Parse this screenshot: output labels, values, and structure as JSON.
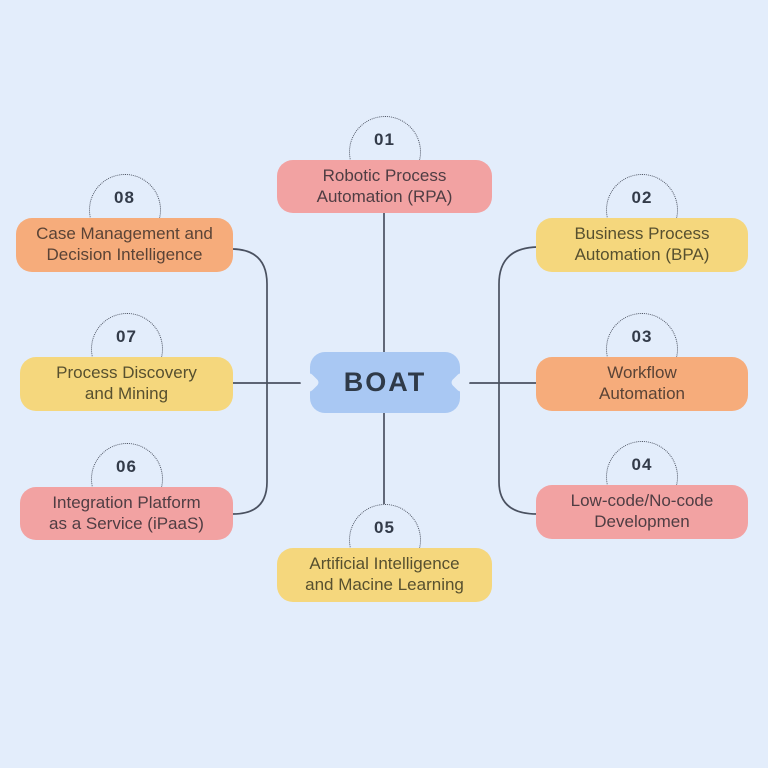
{
  "diagram": {
    "background": "#e3edfb",
    "connector_color": "#4a5160",
    "number_color": "#333b49",
    "center": {
      "label": "BOAT",
      "fill": "#a9c8f3",
      "text_color": "#2f3a48"
    },
    "nodes": [
      {
        "number": "01",
        "line1": "Robotic Process",
        "line2": "Automation (RPA)",
        "fill": "#f2a2a2",
        "text_color": "#4f3d43",
        "position": "top"
      },
      {
        "number": "02",
        "line1": "Business Process",
        "line2": "Automation (BPA)",
        "fill": "#f5d77d",
        "text_color": "#57502f",
        "position": "top-right"
      },
      {
        "number": "03",
        "line1": "Workflow",
        "line2": "Automation",
        "fill": "#f6ac7b",
        "text_color": "#5a4336",
        "position": "right"
      },
      {
        "number": "04",
        "line1": "Low-code/No-code",
        "line2": "Developmen",
        "fill": "#f2a2a2",
        "text_color": "#4f3d43",
        "position": "bottom-right"
      },
      {
        "number": "05",
        "line1": "Artificial Intelligence",
        "line2": "and Macine Learning",
        "fill": "#f5d77d",
        "text_color": "#57502f",
        "position": "bottom"
      },
      {
        "number": "06",
        "line1": "Integration Platform",
        "line2": "as a Service (iPaaS)",
        "fill": "#f2a2a2",
        "text_color": "#4f3d43",
        "position": "bottom-left"
      },
      {
        "number": "07",
        "line1": "Process Discovery",
        "line2": "and Mining",
        "fill": "#f5d77d",
        "text_color": "#57502f",
        "position": "left"
      },
      {
        "number": "08",
        "line1": "Case Management and",
        "line2": "Decision Intelligence",
        "fill": "#f6ac7b",
        "text_color": "#5a4336",
        "position": "top-left"
      }
    ]
  }
}
